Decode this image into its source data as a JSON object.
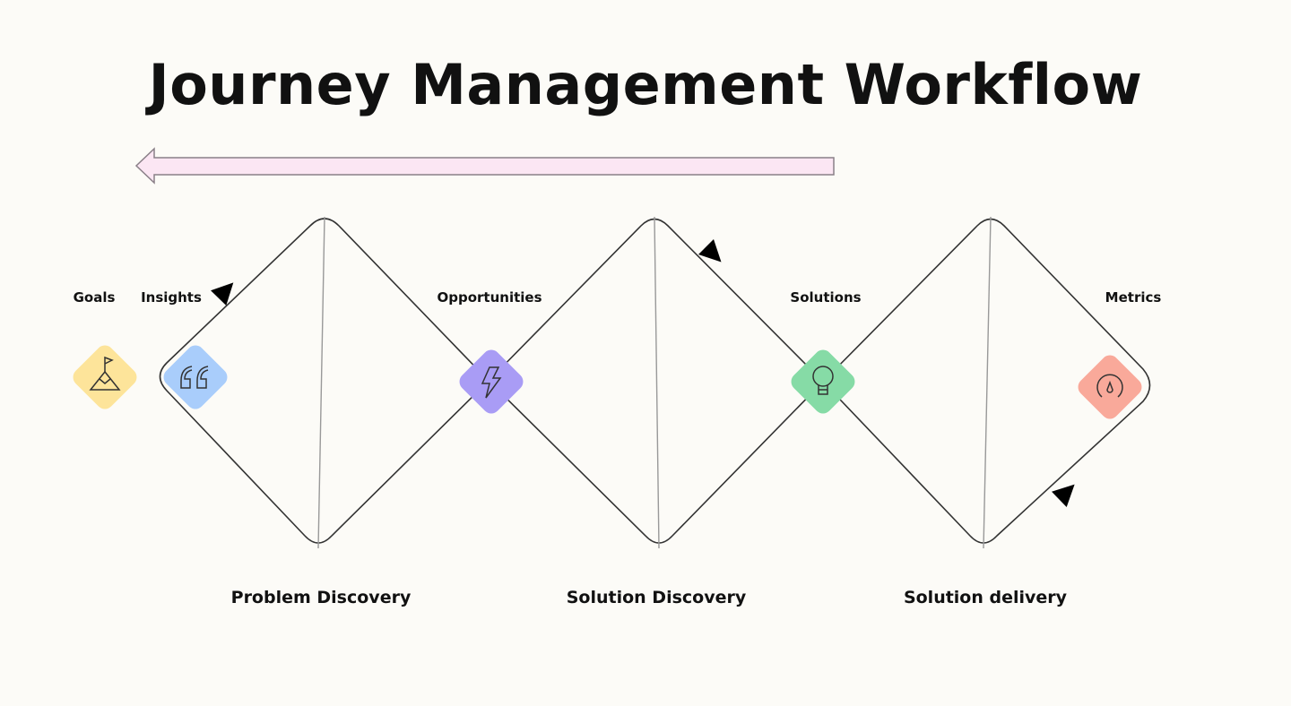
{
  "title": "Journey Management Workflow",
  "stages": [
    {
      "label": "Goals",
      "icon": "flag-mountain-icon",
      "color": "#fde49a"
    },
    {
      "label": "Insights",
      "icon": "quote-icon",
      "color": "#a9cdfb"
    },
    {
      "label": "Opportunities",
      "icon": "lightning-icon",
      "color": "#a99cf5"
    },
    {
      "label": "Solutions",
      "icon": "lightbulb-icon",
      "color": "#86dba6"
    },
    {
      "label": "Metrics",
      "icon": "gauge-icon",
      "color": "#f9a99a"
    }
  ],
  "phases": [
    "Problem Discovery",
    "Solution Discovery",
    "Solution delivery"
  ],
  "colors": {
    "arrow_fill": "#fbe6f3",
    "arrow_stroke": "#8a8088",
    "line": "#333333"
  }
}
